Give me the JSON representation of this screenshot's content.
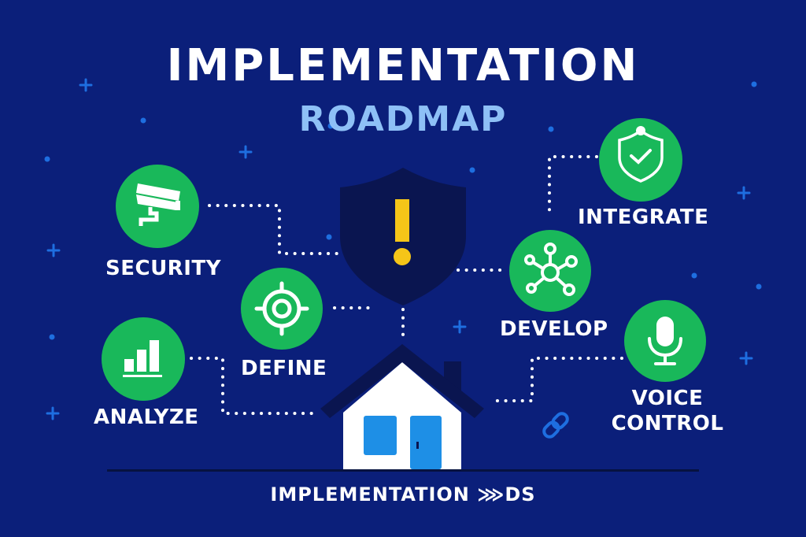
{
  "header": {
    "title": "IMPLEMENTATION",
    "subtitle": "ROADMAP"
  },
  "footer": {
    "text": "IMPLEMENTATION ⋙DS"
  },
  "center": {
    "shield_icon": "shield-exclamation-icon",
    "house_icon": "house-icon"
  },
  "steps": [
    {
      "id": "security",
      "label": "SECURITY",
      "icon": "security-camera-icon"
    },
    {
      "id": "define",
      "label": "DEFINE",
      "icon": "target-crosshair-icon"
    },
    {
      "id": "analyze",
      "label": "ANALYZE",
      "icon": "bar-chart-icon"
    },
    {
      "id": "integrate",
      "label": "INTEGRATE",
      "icon": "shield-check-icon"
    },
    {
      "id": "develop",
      "label": "DEVELOP",
      "icon": "network-hub-icon"
    },
    {
      "id": "voice",
      "label_line1": "VOICE",
      "label_line2": "CONTROL",
      "icon": "microphone-icon"
    }
  ],
  "colors": {
    "background": "#0b1f7a",
    "node_green": "#19b85a",
    "title_white": "#ffffff",
    "subtitle_blue": "#8ec0f6",
    "shield_dark": "#0a1550",
    "exclamation_yellow": "#f5c518",
    "window_blue": "#1e8fe6",
    "decoration_blue": "#1e6ee0"
  }
}
